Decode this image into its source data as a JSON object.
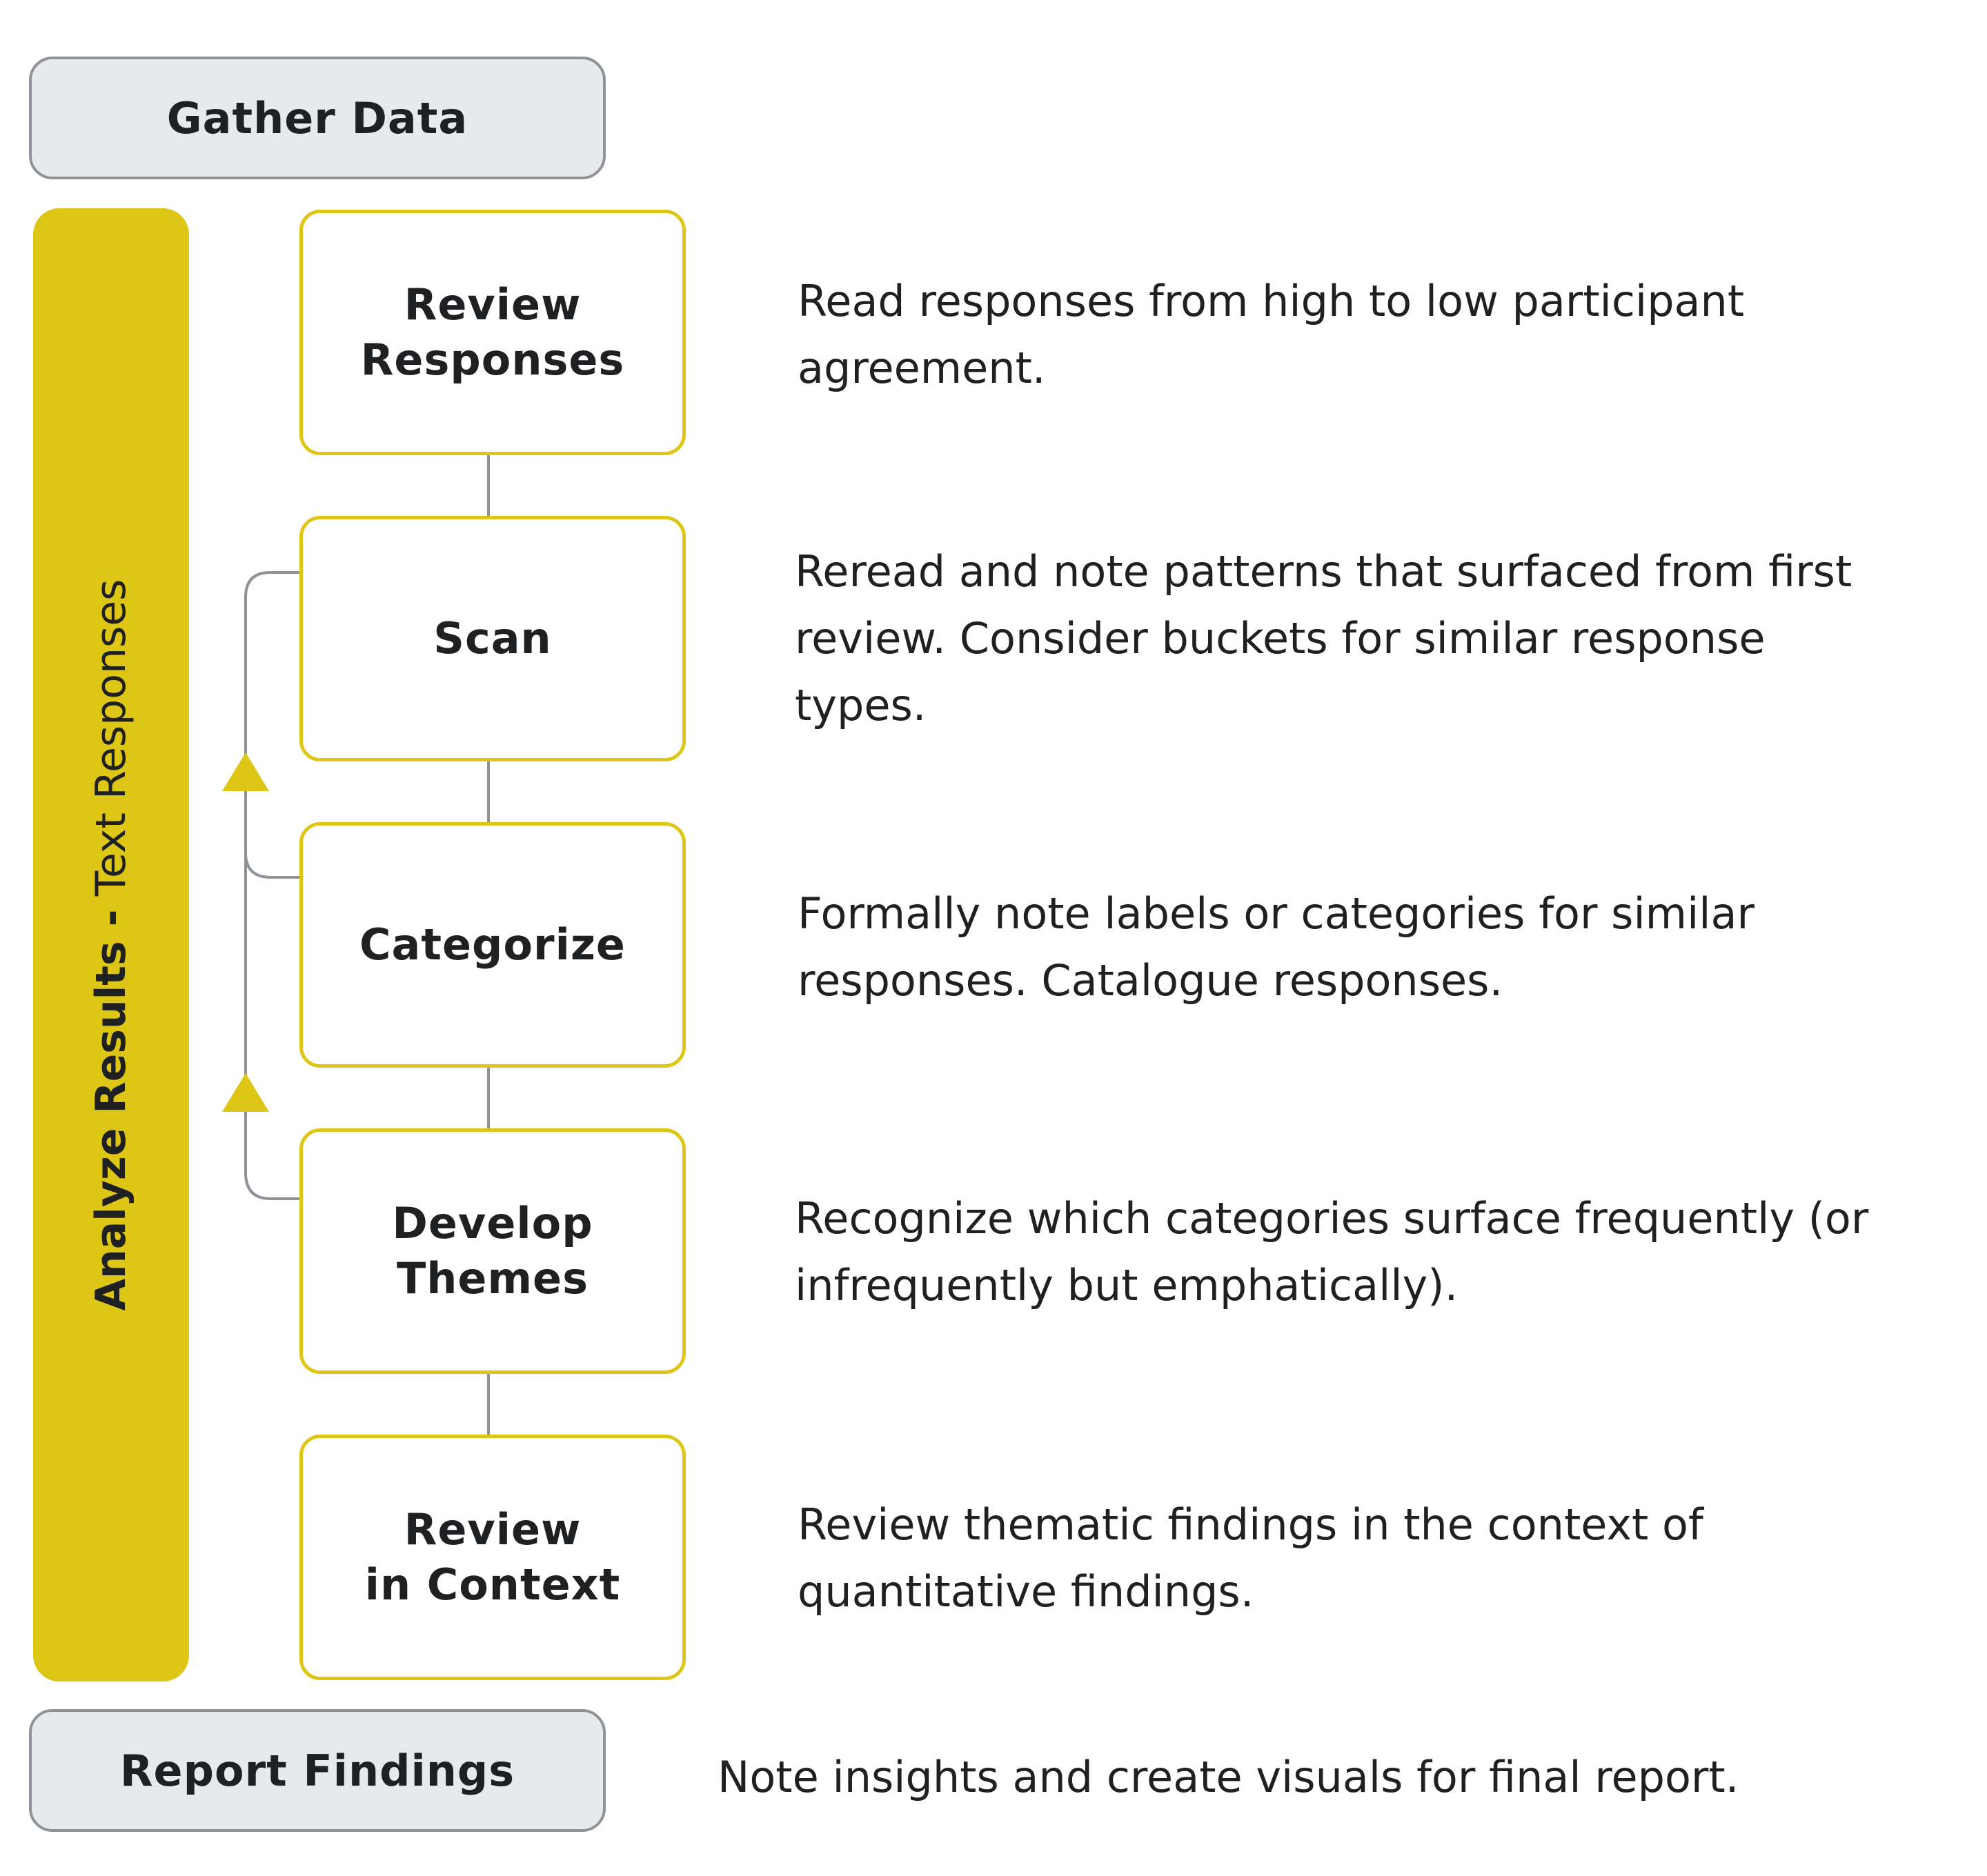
{
  "gather_label": "Gather Data",
  "report_label": "Report Findings",
  "side_label": {
    "bold": "Analyze Results -",
    "light": " Text Responses"
  },
  "steps": [
    {
      "label": "Review\nResponses",
      "description": "Read responses from high to low participant\nagreement."
    },
    {
      "label": "Scan",
      "description": "Reread and note patterns that surfaced from first\nreview. Consider buckets for similar response\ntypes."
    },
    {
      "label": "Categorize",
      "description": "Formally note labels or categories for similar\nresponses. Catalogue responses."
    },
    {
      "label": "Develop\nThemes",
      "description": "Recognize which categories surface frequently (or\ninfrequently but emphatically)."
    },
    {
      "label": "Review\nin Context",
      "description": "Review thematic findings in the context of\nquantitative findings."
    }
  ],
  "report_description": "Note insights and create visuals for final report.",
  "colors": {
    "accent": "#dec616",
    "gray_fill": "#e8e9eb",
    "gray_border": "#8f9297",
    "text": "#1f2022"
  }
}
